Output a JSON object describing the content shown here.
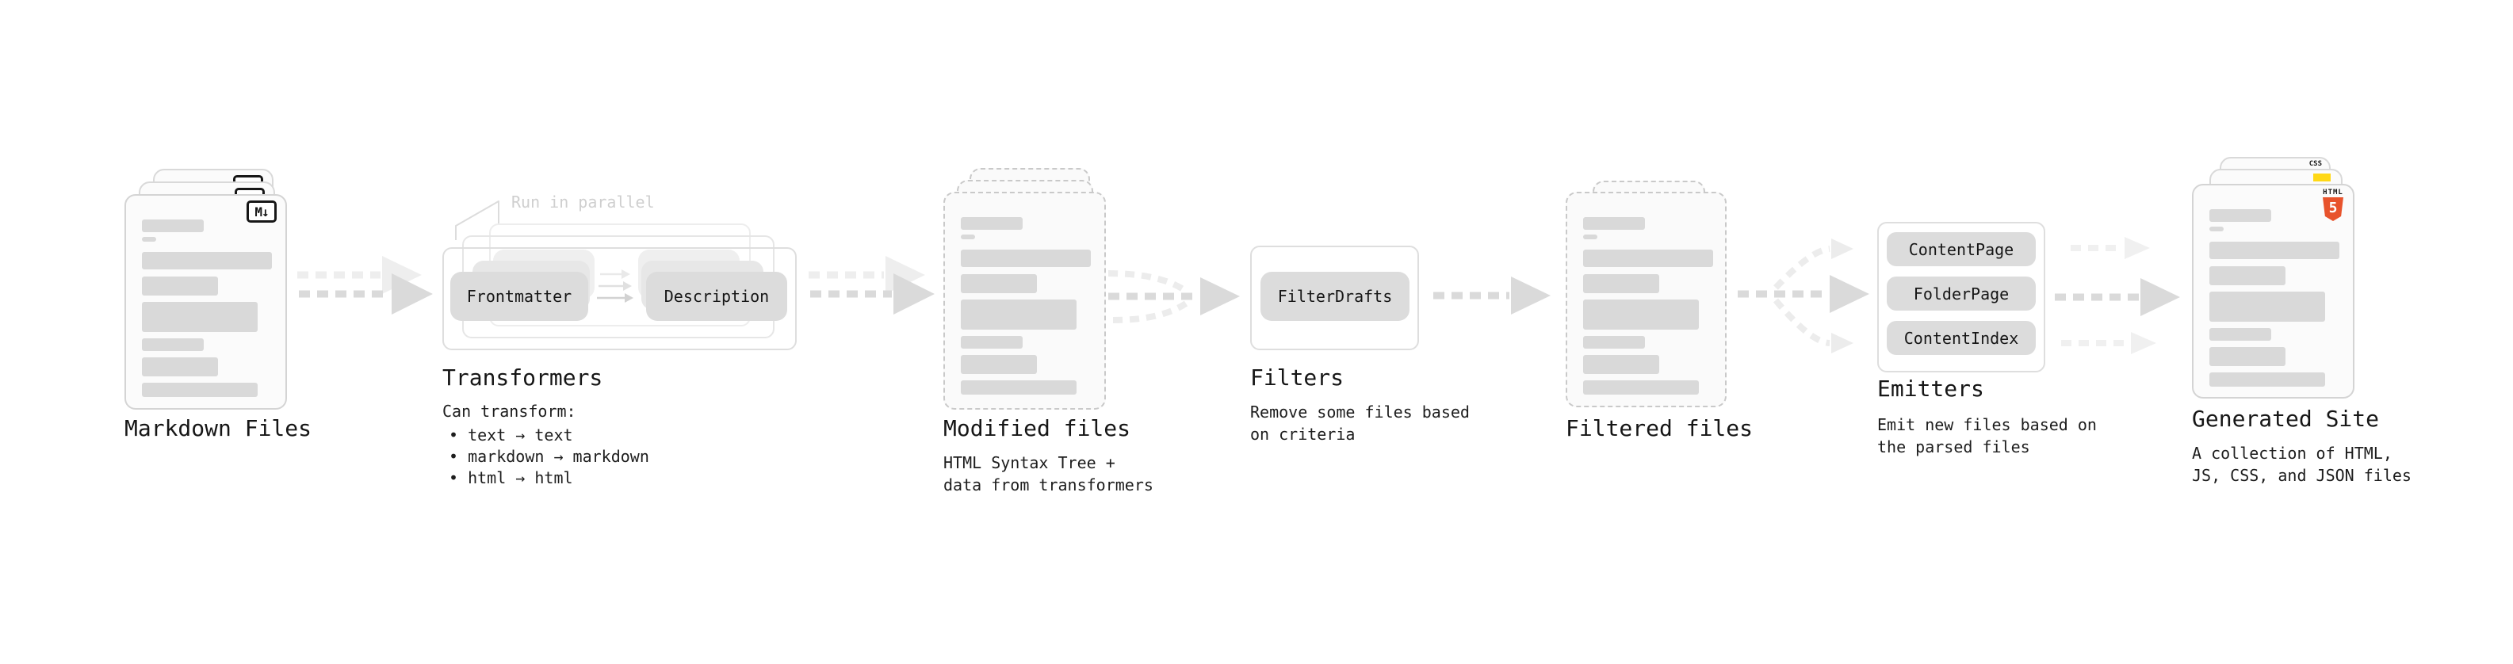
{
  "palette": {
    "html5_orange": "#e8532c",
    "js_yellow": "#ffd816",
    "css_blue": "#2760e6",
    "bar_gray": "#d9d9d9",
    "arrow_gray": "#dadada",
    "ghost_arrow_gray": "#ececec",
    "note_gray": "#cfcfcf"
  },
  "stages": {
    "markdown": {
      "label": "Markdown Files",
      "badge": "M↓"
    },
    "transformers": {
      "note": "Run in parallel",
      "pill_left": "Frontmatter",
      "pill_right": "Description",
      "label": "Transformers",
      "desc_title": "Can transform:",
      "bullets": [
        "text → text",
        "markdown → markdown",
        "html → html"
      ]
    },
    "modified": {
      "label": "Modified files",
      "desc": "HTML Syntax Tree +\ndata from transformers"
    },
    "filters": {
      "label": "Filters",
      "pill": "FilterDrafts",
      "desc": "Remove some files based\non criteria"
    },
    "filtered": {
      "label": "Filtered files"
    },
    "emitters": {
      "label": "Emitters",
      "pills": [
        "ContentPage",
        "FolderPage",
        "ContentIndex"
      ],
      "desc": "Emit new files based on\nthe parsed files"
    },
    "generated": {
      "label": "Generated Site",
      "desc": "A collection of HTML,\nJS, CSS, and JSON files",
      "badges": {
        "css": "CSS",
        "html_word": "HTML",
        "html_five": "5"
      }
    }
  }
}
